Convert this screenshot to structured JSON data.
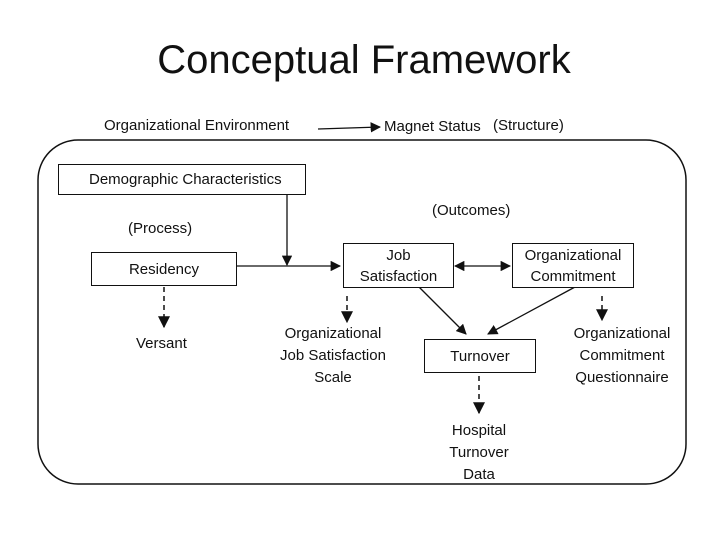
{
  "title": "Conceptual Framework",
  "top_row": {
    "environment": "Organizational Environment",
    "magnet_status": "Magnet Status",
    "structure": "(Structure)"
  },
  "labels": {
    "process": "(Process)",
    "outcomes": "(Outcomes)"
  },
  "boxes": {
    "demographic": "Demographic Characteristics",
    "residency": "Residency",
    "job_satisfaction": [
      "Job",
      "Satisfaction"
    ],
    "org_commitment": [
      "Organizational",
      "Commitment"
    ],
    "turnover": "Turnover"
  },
  "measures": {
    "versant": "Versant",
    "ojss": [
      "Organizational",
      "Job Satisfaction",
      "Scale"
    ],
    "ocq": [
      "Organizational",
      "Commitment",
      "Questionnaire"
    ],
    "hospital_turnover": [
      "Hospital",
      "Turnover",
      "Data"
    ]
  }
}
